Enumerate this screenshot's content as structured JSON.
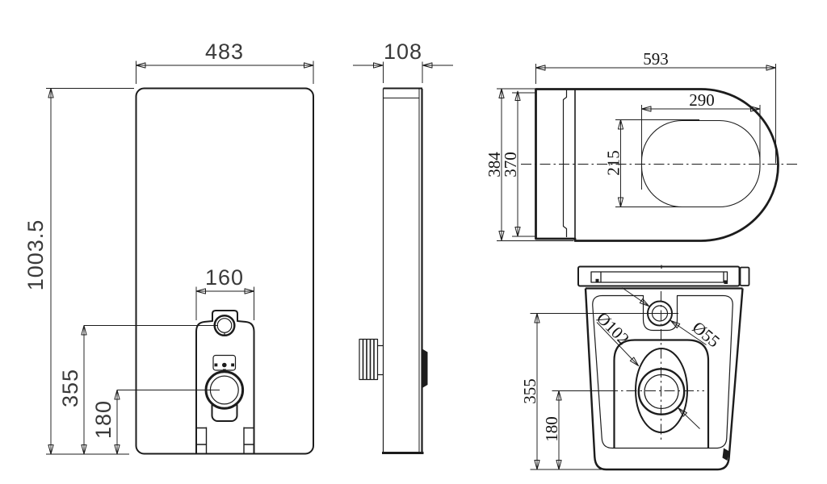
{
  "document": {
    "type": "technical-drawing",
    "subject": "wall-hung toilet and concealed cistern panel, four orthographic views"
  },
  "colors": {
    "ink": "#1c1c1c",
    "paper": "#ffffff"
  },
  "views": {
    "front": {
      "label_width": "483",
      "label_height": "1003.5",
      "label_bracket_width": "160",
      "label_inlet_height": "355",
      "label_outlet_height": "180"
    },
    "side": {
      "label_depth": "108"
    },
    "top": {
      "label_width": "593",
      "label_depth": "384",
      "label_inner_depth": "370",
      "label_bowl_width": "290",
      "label_bowl_depth": "215"
    },
    "back": {
      "label_inlet_height": "355",
      "label_outlet_height": "180",
      "label_outlet_dia": "Ø102",
      "label_inlet_dia": "Ø55"
    }
  }
}
